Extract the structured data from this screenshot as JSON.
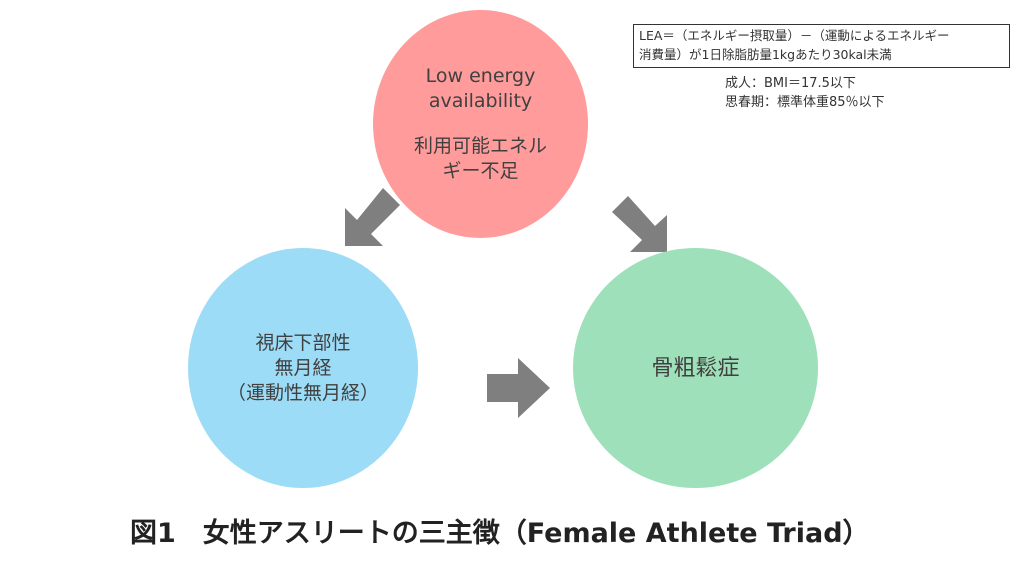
{
  "top_circle": {
    "line1": "Low energy",
    "line2": "availability",
    "line3": "利用可能エネル",
    "line4": "ギー不足",
    "color": "#ff9b9b"
  },
  "left_circle": {
    "line1": "視床下部性",
    "line2": "無月経",
    "line3": "（運動性無月経）",
    "color": "#9ddcf6"
  },
  "right_circle": {
    "line1": "骨粗鬆症",
    "color": "#9ee0b9"
  },
  "definition_box": {
    "line1": "LEA＝（エネルギー摂取量）－（運動によるエネルギー",
    "line2": "消費量）が1日除脂肪量1kgあたり30kal未満"
  },
  "criteria": {
    "adult": "成人：BMI＝17.5以下",
    "adolescent": "思春期：標準体重85％以下"
  },
  "caption": "図1　女性アスリートの三主徴（Female Athlete Triad）"
}
